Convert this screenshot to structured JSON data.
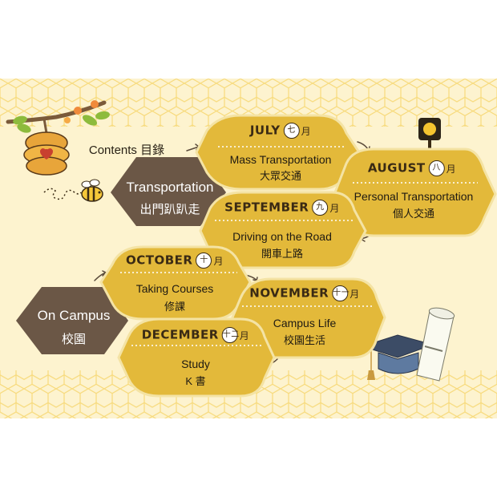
{
  "contents": {
    "label_en": "Contents",
    "label_cn": "目錄"
  },
  "sections": [
    {
      "id": "transportation",
      "title": "Transportation",
      "title_cn": "出門趴趴走"
    },
    {
      "id": "campus",
      "title": "On Campus",
      "title_cn": "校園"
    }
  ],
  "cards": [
    {
      "id": "july",
      "month": "JULY",
      "badge": "七",
      "suffix": "月",
      "topic": "Mass Transportation",
      "topic_cn": "大眾交通"
    },
    {
      "id": "august",
      "month": "AUGUST",
      "badge": "八",
      "suffix": "月",
      "topic": "Personal Transportation",
      "topic_cn": "個人交通"
    },
    {
      "id": "september",
      "month": "SEPTEMBER",
      "badge": "九",
      "suffix": "月",
      "topic": "Driving on the Road",
      "topic_cn": "開車上路"
    },
    {
      "id": "october",
      "month": "OCTOBER",
      "badge": "十",
      "suffix": "月",
      "topic": "Taking Courses",
      "topic_cn": "修課"
    },
    {
      "id": "november",
      "month": "NOVEMBER",
      "badge": "十一",
      "suffix": "月",
      "topic": "Campus Life",
      "topic_cn": "校園生活"
    },
    {
      "id": "december",
      "month": "DECEMBER",
      "badge": "十二",
      "suffix": "月",
      "topic": "Study",
      "topic_cn": "K 書"
    }
  ],
  "colors": {
    "background": "#fdf3cf",
    "honeycomb": "#f7d977",
    "card_fill": "#e3b93a",
    "card_stroke": "#f4e3a4",
    "section_hex": "#6b5746",
    "divider": "#ffffff",
    "arrow": "#5a4a3a"
  },
  "icons": [
    "beehive-icon",
    "branch-icon",
    "bee-icon",
    "traffic-light-icon",
    "graduation-cap-icon",
    "diploma-scroll-icon"
  ]
}
